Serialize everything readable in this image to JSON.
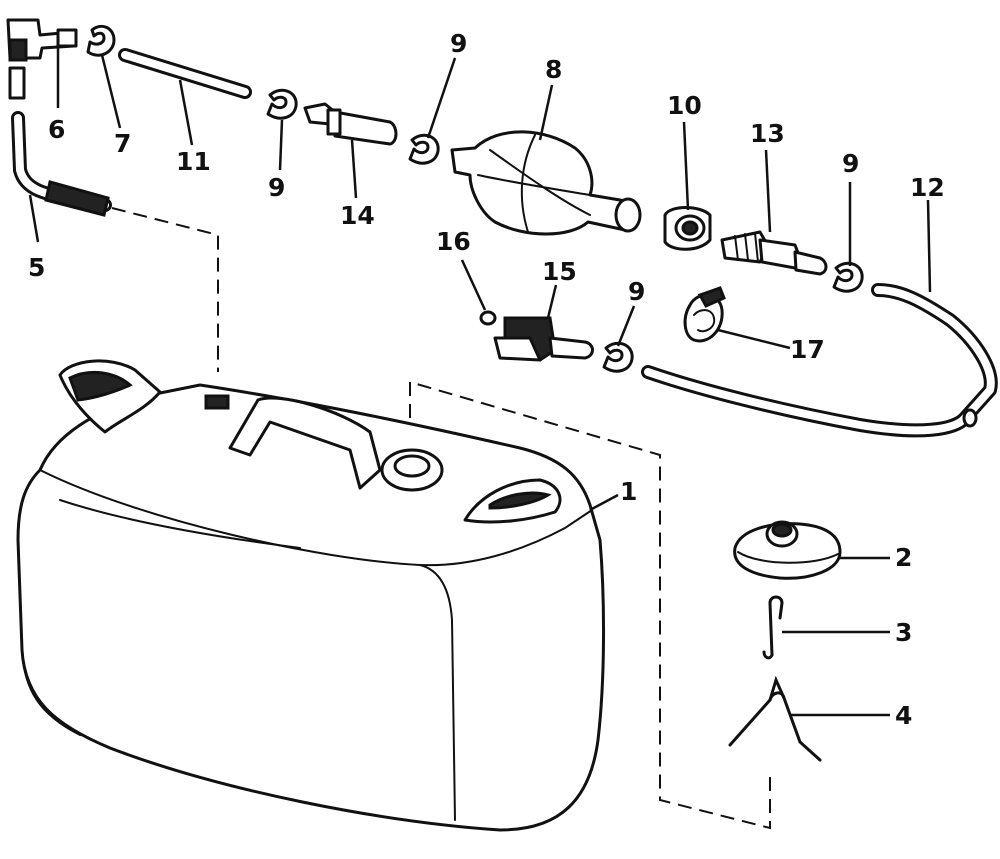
{
  "callouts": [
    {
      "id": "1",
      "text": "1"
    },
    {
      "id": "2",
      "text": "2"
    },
    {
      "id": "3",
      "text": "3"
    },
    {
      "id": "4",
      "text": "4"
    },
    {
      "id": "5",
      "text": "5"
    },
    {
      "id": "6",
      "text": "6"
    },
    {
      "id": "7",
      "text": "7"
    },
    {
      "id": "8",
      "text": "8"
    },
    {
      "id": "9a",
      "text": "9"
    },
    {
      "id": "9b",
      "text": "9"
    },
    {
      "id": "9c",
      "text": "9"
    },
    {
      "id": "9d",
      "text": "9"
    },
    {
      "id": "10",
      "text": "10"
    },
    {
      "id": "11",
      "text": "11"
    },
    {
      "id": "12",
      "text": "12"
    },
    {
      "id": "13",
      "text": "13"
    },
    {
      "id": "14",
      "text": "14"
    },
    {
      "id": "15",
      "text": "15"
    },
    {
      "id": "16",
      "text": "16"
    },
    {
      "id": "17",
      "text": "17"
    }
  ],
  "colors": {
    "line": "#111111",
    "background": "#ffffff"
  }
}
